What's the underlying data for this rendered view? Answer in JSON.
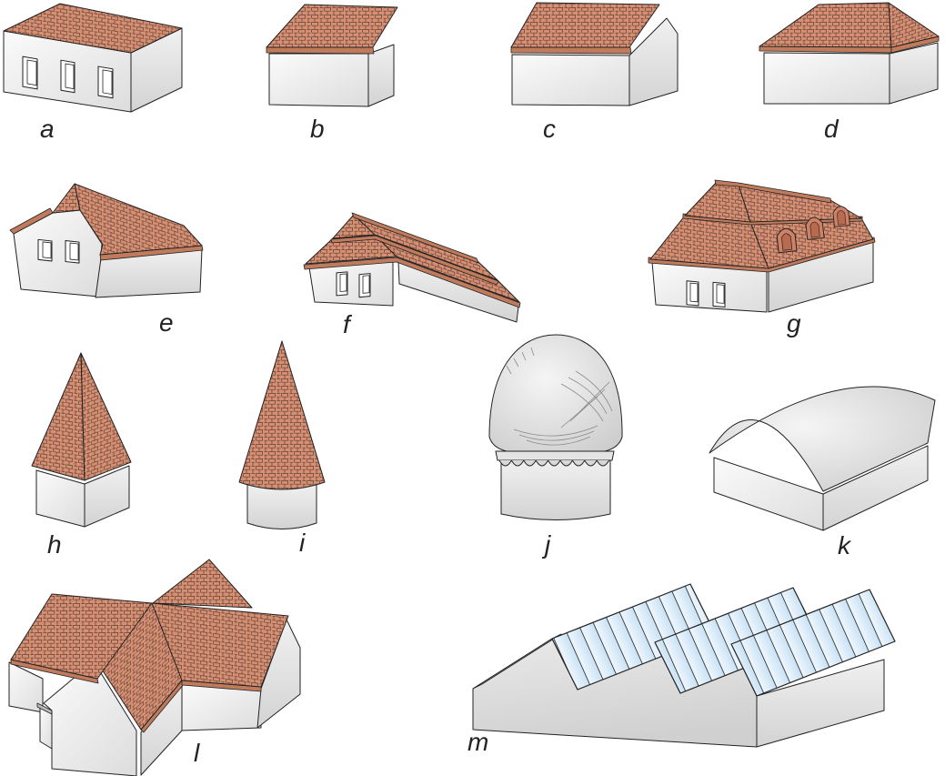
{
  "figures": [
    {
      "label": "a"
    },
    {
      "label": "b"
    },
    {
      "label": "c"
    },
    {
      "label": "d"
    },
    {
      "label": "e"
    },
    {
      "label": "f"
    },
    {
      "label": "g"
    },
    {
      "label": "h"
    },
    {
      "label": "i"
    },
    {
      "label": "j"
    },
    {
      "label": "k"
    },
    {
      "label": "l"
    },
    {
      "label": "m"
    }
  ],
  "colors": {
    "tile": "#d78f74",
    "tile_line": "#5e4234",
    "tile_trim": "#c07a5c",
    "wall_light": "#fbfbfb",
    "wall_dark": "#d3d3d3",
    "outline": "#222222",
    "glass": "#ddecf8",
    "glass_frame": "#3a3a3a",
    "background": "#ffffff"
  }
}
